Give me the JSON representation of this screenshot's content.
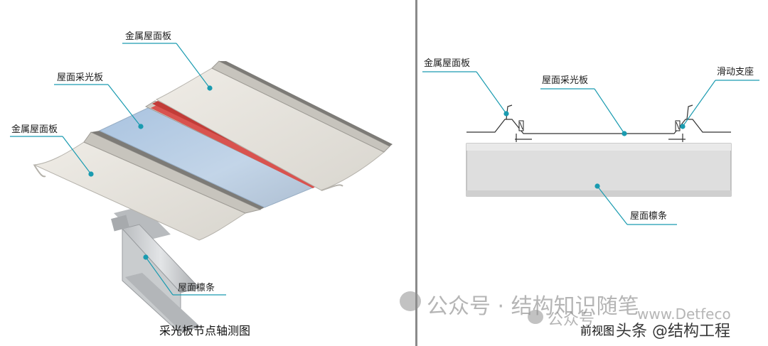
{
  "left": {
    "labels": {
      "metal_top": "金属屋面板",
      "skylight": "屋面采光板",
      "metal_left": "金属屋面板",
      "purlin": "屋面檩条"
    },
    "caption": "采光板节点轴测图"
  },
  "right": {
    "labels": {
      "metal": "金属屋面板",
      "skylight": "屋面采光板",
      "sliding_support": "滑动支座",
      "purlin": "屋面檩条"
    },
    "caption": "前视图"
  },
  "watermarks": {
    "wechat": "公众号 · 结构知识随笔",
    "wechat_small": "公众号",
    "site": "www.Detfeco",
    "toutiao": "头条 @结构工程"
  },
  "colors": {
    "leader": "#1a9bb0",
    "panel": "#e6e3dc",
    "skylight": "#bcd1e6",
    "seal": "#d9534f",
    "purlin": "#dedede"
  }
}
